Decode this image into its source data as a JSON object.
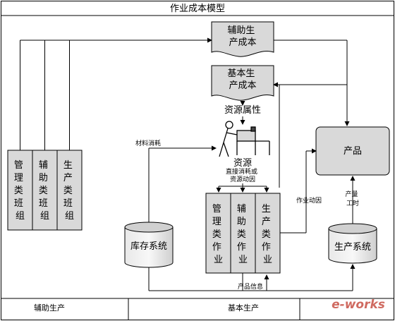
{
  "title": "作业成本模型",
  "docs": {
    "aux_cost": [
      "辅助生",
      "产成本"
    ],
    "base_cost": [
      "基本生",
      "产成本"
    ]
  },
  "resource_attr": "资源属性",
  "resource": "资源",
  "material_consumption": "材料消耗",
  "driver": [
    "直接消耗或",
    "资源动因"
  ],
  "product": "产品",
  "activity_driver": "作业动因",
  "output_hours": [
    "产量",
    "工时"
  ],
  "inventory_system": "库存系统",
  "production_system": "生产系统",
  "product_info": "产品信息",
  "team_columns": [
    [
      "管",
      "理",
      "类",
      "班",
      "组"
    ],
    [
      "辅",
      "助",
      "类",
      "班",
      "组"
    ],
    [
      "生",
      "产",
      "类",
      "班",
      "组"
    ]
  ],
  "activity_columns": [
    [
      "管",
      "理",
      "类",
      "作",
      "业"
    ],
    [
      "辅",
      "助",
      "类",
      "作",
      "业"
    ],
    [
      "生",
      "产",
      "类",
      "作",
      "业"
    ]
  ],
  "footer": {
    "aux": "辅助生产",
    "base": "基本生产"
  },
  "watermark": "e-works",
  "colors": {
    "box_fill": "#d9d9d9",
    "stroke": "#000000",
    "watermark": "#c0392b"
  }
}
